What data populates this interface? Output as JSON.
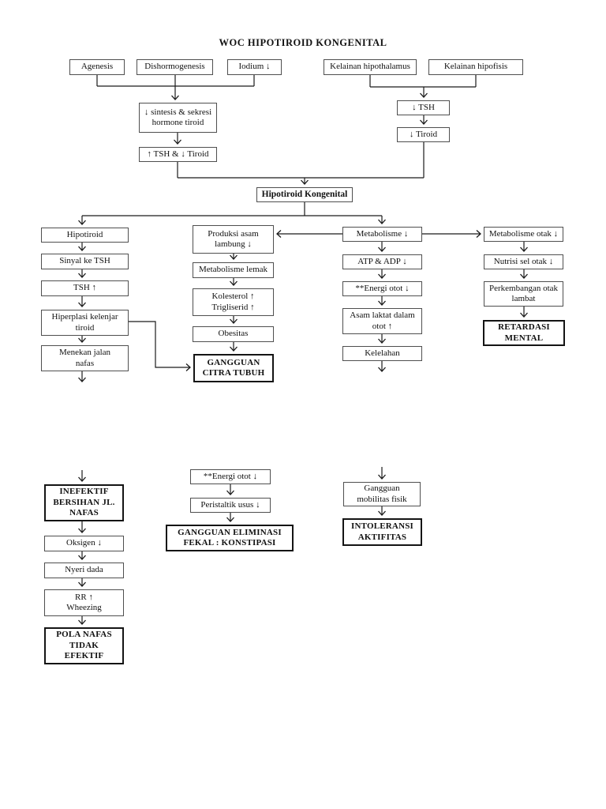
{
  "page": {
    "title": "WOC HIPOTIROID KONGENITAL"
  },
  "colors": {
    "background": "#ffffff",
    "line": "#1a1a1a",
    "box_border": "#4f4f4f",
    "emphasis_border": "#141414"
  },
  "nodes": {
    "agenesis": "Agenesis",
    "dishormogenesis": "Dishormogenesis",
    "iodium": "Iodium ↓",
    "kelainan_hipothalamus": "Kelainan hipothalamus",
    "kelainan_hipofisis": "Kelainan hipofisis",
    "sintesis": "↓ sintesis & sekresi\nhormone tiroid",
    "tsh_dan_tiroid": "↑ TSH & ↓ Tiroid",
    "tsh_turun": "↓ TSH",
    "tiroid_turun": "↓ Tiroid",
    "hipotiroid_kongenital": "Hipotiroid Kongenital",
    "hipotiroid": "Hipotiroid",
    "sinyal_ke_tsh": "Sinyal ke TSH",
    "tsh_naik": "TSH ↑",
    "hiperplasi": "Hiperplasi kelenjar\ntiroid",
    "menekan_jalan_nafas": "Menekan jalan\nnafas",
    "produksi_asam": "Produksi asam\nlambung ↓",
    "metabolisme_lemak": "Metabolisme lemak",
    "kolesterol": "Kolesterol ↑\nTrigliserid ↑",
    "obesitas": "Obesitas",
    "gangguan_citra_tubuh": "GANGGUAN\nCITRA TUBUH",
    "metabolisme_turun": "Metabolisme ↓",
    "atp_adp": "ATP & ADP ↓",
    "energi_otot": "**Energi otot ↓",
    "asam_laktat": "Asam laktat dalam\notot ↑",
    "kelelahan": "Kelelahan",
    "metabolisme_otak": "Metabolisme otak ↓",
    "nutrisi_sel_otak": "Nutrisi sel otak ↓",
    "perkembangan_otak": "Perkembangan otak\nlambat",
    "retardasi_mental": "RETARDASI\nMENTAL",
    "inefektif_bersihan": "INEFEKTIF\nBERSIHAN JL.\nNAFAS",
    "oksigen": "Oksigen ↓",
    "nyeri_dada": "Nyeri dada",
    "rr_wheezing": "RR ↑\nWheezing",
    "pola_nafas": "POLA NAFAS\nTIDAK\nEFEKTIF",
    "energi_otot_2": "**Energi otot ↓",
    "peristaltik_usus": "Peristaltik usus ↓",
    "gangguan_eliminasi": "GANGGUAN ELIMINASI\nFEKAL : KONSTIPASI",
    "gangguan_mobilitas": "Gangguan\nmobilitas fisik",
    "intoleransi_aktifitas": "INTOLERANSI\nAKTIFITAS"
  },
  "edges": [
    {
      "from": "agenesis",
      "to": "sintesis"
    },
    {
      "from": "dishormogenesis",
      "to": "sintesis"
    },
    {
      "from": "iodium",
      "to": "sintesis"
    },
    {
      "from": "kelainan_hipothalamus",
      "to": "tsh_turun"
    },
    {
      "from": "kelainan_hipofisis",
      "to": "tsh_turun"
    },
    {
      "from": "sintesis",
      "to": "tsh_dan_tiroid"
    },
    {
      "from": "tsh_turun",
      "to": "tiroid_turun"
    },
    {
      "from": "tsh_dan_tiroid",
      "to": "hipotiroid_kongenital"
    },
    {
      "from": "tiroid_turun",
      "to": "hipotiroid_kongenital"
    },
    {
      "from": "hipotiroid_kongenital",
      "to": "hipotiroid"
    },
    {
      "from": "hipotiroid_kongenital",
      "to": "metabolisme_turun"
    },
    {
      "from": "metabolisme_turun",
      "to": "produksi_asam"
    },
    {
      "from": "metabolisme_turun",
      "to": "metabolisme_otak"
    },
    {
      "from": "metabolisme_turun",
      "to": "atp_adp"
    },
    {
      "from": "hipotiroid",
      "to": "sinyal_ke_tsh"
    },
    {
      "from": "sinyal_ke_tsh",
      "to": "tsh_naik"
    },
    {
      "from": "tsh_naik",
      "to": "hiperplasi"
    },
    {
      "from": "hiperplasi",
      "to": "menekan_jalan_nafas"
    },
    {
      "from": "hiperplasi",
      "to": "gangguan_citra_tubuh"
    },
    {
      "from": "menekan_jalan_nafas",
      "to": "inefektif_bersihan"
    },
    {
      "from": "produksi_asam",
      "to": "metabolisme_lemak"
    },
    {
      "from": "metabolisme_lemak",
      "to": "kolesterol"
    },
    {
      "from": "kolesterol",
      "to": "obesitas"
    },
    {
      "from": "obesitas",
      "to": "gangguan_citra_tubuh"
    },
    {
      "from": "atp_adp",
      "to": "energi_otot"
    },
    {
      "from": "energi_otot",
      "to": "asam_laktat"
    },
    {
      "from": "asam_laktat",
      "to": "kelelahan"
    },
    {
      "from": "kelelahan",
      "to": "gangguan_mobilitas"
    },
    {
      "from": "metabolisme_otak",
      "to": "nutrisi_sel_otak"
    },
    {
      "from": "nutrisi_sel_otak",
      "to": "perkembangan_otak"
    },
    {
      "from": "perkembangan_otak",
      "to": "retardasi_mental"
    },
    {
      "from": "inefektif_bersihan",
      "to": "oksigen"
    },
    {
      "from": "oksigen",
      "to": "nyeri_dada"
    },
    {
      "from": "nyeri_dada",
      "to": "rr_wheezing"
    },
    {
      "from": "rr_wheezing",
      "to": "pola_nafas"
    },
    {
      "from": "energi_otot_2",
      "to": "peristaltik_usus"
    },
    {
      "from": "peristaltik_usus",
      "to": "gangguan_eliminasi"
    },
    {
      "from": "gangguan_mobilitas",
      "to": "intoleransi_aktifitas"
    }
  ]
}
